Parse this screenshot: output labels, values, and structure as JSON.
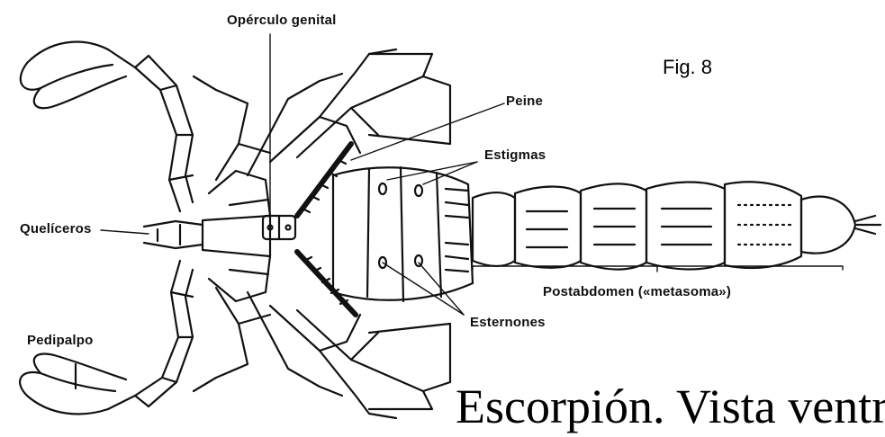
{
  "figure": {
    "number_label": "Fig. 8",
    "caption": "Escorpión. Vista ventral"
  },
  "labels": {
    "operculo": "Opérculo genital",
    "peine": "Peine",
    "estigmas": "Estigmas",
    "queliceros": "Quelíceros",
    "postabdomen": "Postabdomen («metasoma»)",
    "esternones": "Esternones",
    "pedipalpo": "Pedipalpo"
  },
  "colors": {
    "ink": "#111111",
    "paper": "#ffffff"
  }
}
